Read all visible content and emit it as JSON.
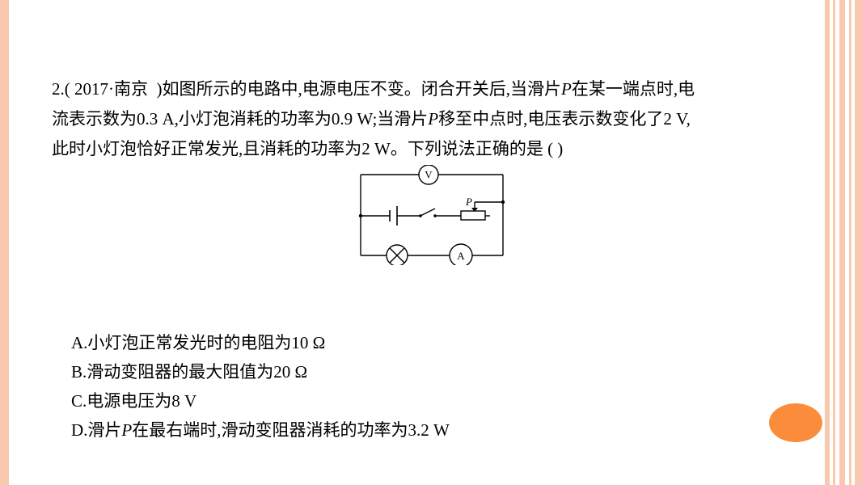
{
  "question": {
    "number": "2.(",
    "source": "2017·南京",
    "line1_rest": ")如图所示的电路中,电源电压不变。闭合开关后,当滑片",
    "line1_p": "P",
    "line1_tail": "在某一端点时,电",
    "line2_a": "流表示数为0.3 A,小灯泡消耗的功率为0.9 W;当滑片",
    "line2_p": "P",
    "line2_b": "移至中点时,电压表示数变化了2 V,",
    "line3": "此时小灯泡恰好正常发光,且消耗的功率为2 W。下列说法正确的是 (       )"
  },
  "circuit": {
    "voltmeter_label": "V",
    "ammeter_label": "A",
    "slider_label": "P"
  },
  "options": {
    "a": "A.小灯泡正常发光时的电阻为10 Ω",
    "b": "B.滑动变阻器的最大阻值为20 Ω",
    "c": "C.电源电压为8 V",
    "d_prefix": "D.滑片",
    "d_p": "P",
    "d_suffix": "在最右端时,滑动变阻器消耗的功率为3.2 W"
  },
  "colors": {
    "left_bar": "#f9c9ad",
    "right_stripes": "#f9c9ad",
    "badge": "#fb8c3c"
  }
}
